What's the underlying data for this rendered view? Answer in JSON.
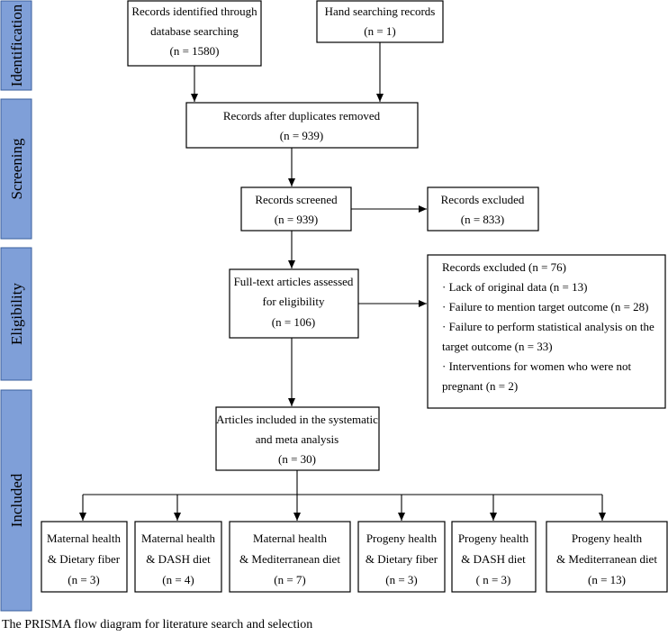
{
  "phases": {
    "identification": "Identification",
    "screening": "Screening",
    "eligibility": "Eligibility",
    "included": "Included"
  },
  "boxes": {
    "database": [
      "Records identified through",
      "database searching",
      "(n = 1580)"
    ],
    "hand": [
      "Hand searching records",
      "(n = 1)"
    ],
    "dedup": [
      "Records after duplicates removed",
      "(n = 939)"
    ],
    "screened": [
      "Records screened",
      "(n = 939)"
    ],
    "excluded1": [
      "Records excluded",
      "(n = 833)"
    ],
    "fulltext": [
      "Full-text articles assessed",
      "for eligibility",
      "(n = 106)"
    ],
    "excluded2": [
      "Records excluded (n = 76)",
      "· Lack of original data (n = 13)",
      "· Failure to mention target outcome (n = 28)",
      "· Failure to perform statistical analysis on the",
      "target outcome (n = 33)",
      "· Interventions for women who were not",
      "pregnant (n = 2)"
    ],
    "included": [
      "Articles included in the systematic",
      "and meta analysis",
      "(n = 30)"
    ],
    "mh_fiber": [
      "Maternal health",
      "& Dietary fiber",
      "(n = 3)"
    ],
    "mh_dash": [
      "Maternal health",
      "& DASH diet",
      "(n = 4)"
    ],
    "mh_med": [
      "Maternal health",
      "& Mediterranean diet",
      "(n = 7)"
    ],
    "pg_fiber": [
      "Progeny health",
      "& Dietary fiber",
      "(n = 3)"
    ],
    "pg_dash": [
      "Progeny health",
      "& DASH diet",
      "( n = 3)"
    ],
    "pg_med": [
      "Progeny health",
      "& Mediterranean diet",
      "(n = 13)"
    ]
  },
  "caption": "The PRISMA flow diagram for literature search and selection"
}
